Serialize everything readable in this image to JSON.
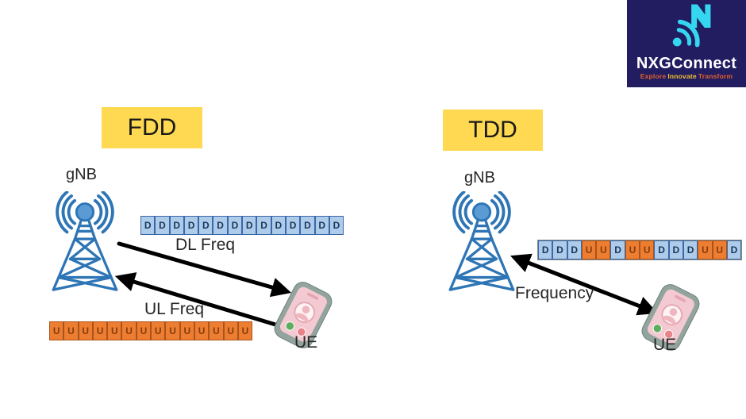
{
  "logo": {
    "name": "NXGConnect",
    "tagline_words": [
      {
        "text": "Explore",
        "color": "#E2622B"
      },
      {
        "text": "Innovate",
        "color": "#F2C230"
      },
      {
        "text": "Transform",
        "color": "#E2622B"
      }
    ]
  },
  "fdd": {
    "title": "FDD",
    "gnb_label": "gNB",
    "dl_label": "DL Freq",
    "ul_label": "UL Freq",
    "ue_label": "UE",
    "dl_slots": [
      "D",
      "D",
      "D",
      "D",
      "D",
      "D",
      "D",
      "D",
      "D",
      "D",
      "D",
      "D",
      "D",
      "D"
    ],
    "ul_slots": [
      "U",
      "U",
      "U",
      "U",
      "U",
      "U",
      "U",
      "U",
      "U",
      "U",
      "U",
      "U",
      "U",
      "U"
    ]
  },
  "tdd": {
    "title": "TDD",
    "gnb_label": "gNB",
    "freq_label": "Frequency",
    "ue_label": "UE",
    "slots": [
      "D",
      "D",
      "D",
      "U",
      "U",
      "D",
      "U",
      "U",
      "D",
      "D",
      "D",
      "U",
      "U",
      "D"
    ]
  },
  "colors": {
    "slot_d_bg": "#AECBEA",
    "slot_d_border": "#3A68A8",
    "slot_d_text": "#17375E",
    "slot_u_bg": "#ED7D31",
    "slot_u_border": "#A8541C",
    "slot_u_text": "#843C0C",
    "badge_bg": "#FFD951",
    "tower_blue": "#2E75B6",
    "tower_ball": "#5B9BD5",
    "arrow_black": "#000000",
    "logo_bg": "#221C60",
    "logo_icon": "#35D6EF"
  }
}
